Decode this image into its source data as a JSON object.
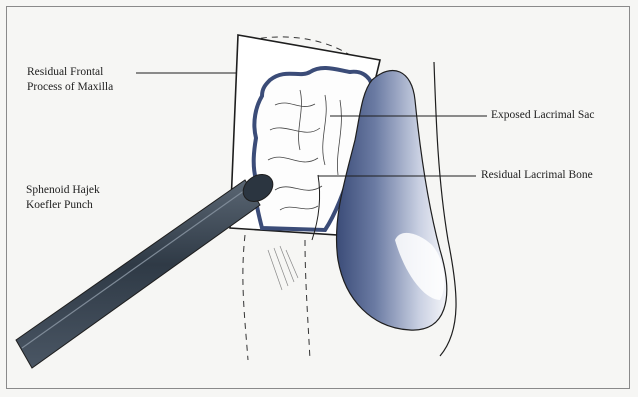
{
  "labels": {
    "frontal_process": [
      "Residual Frontal",
      "Process of Maxilla"
    ],
    "punch": [
      "Sphenoid Hajek",
      "Koefler Punch"
    ],
    "lacrimal_sac": "Exposed Lacrimal Sac",
    "lacrimal_bone": "Residual Lacrimal Bone"
  },
  "colors": {
    "ink": "#1e1e1e",
    "sac_shade": "#4b5d86",
    "instrument": "#3e4a57",
    "background": "#f6f6f4"
  }
}
